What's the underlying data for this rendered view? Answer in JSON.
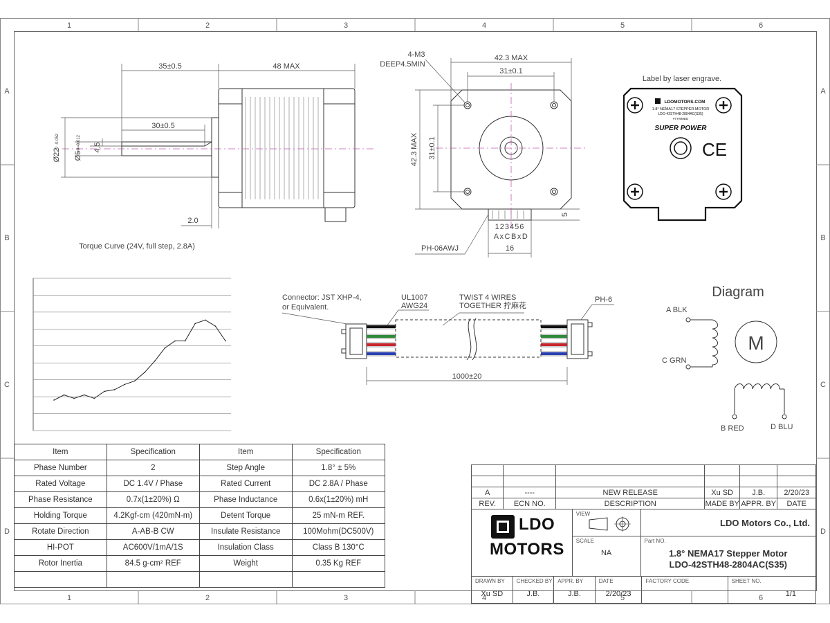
{
  "grid": {
    "columns": [
      "1",
      "2",
      "3",
      "4",
      "5",
      "6"
    ],
    "rows": [
      "A",
      "B",
      "C",
      "D"
    ]
  },
  "side_view": {
    "dim_shaft_len": "35±0.5",
    "dim_body_len": "48 MAX",
    "dim_flat_len": "30±0.5",
    "dim_flat_depth": "4.5",
    "dim_boss_dia": "Ø22",
    "dim_boss_tol": "0 -0.052",
    "dim_shaft_dia": "Ø5",
    "dim_shaft_tol": "0 -0.012",
    "dim_boss_height": "2.0"
  },
  "front_view": {
    "thread_note_1": "4-M3",
    "thread_note_2": "DEEP4.5MIN",
    "dim_width": "42.3 MAX",
    "dim_hole_spacing": "31±0.1",
    "dim_height": "42.3 MAX",
    "dim_hole_spacing_v": "31±0.1",
    "dim_connector_offset": "5",
    "pins": "123456",
    "pin_map": "AxCBxD",
    "connector_name": "PH-06AWJ",
    "dim_connector_width": "16"
  },
  "label_view": {
    "caption": "Label by laser engrave.",
    "brand": "LDOMOTORS.COM",
    "model_line_1": "1.8° NEMA17 STEPPER MOTOR",
    "model_line_2": "LDO-42STH48-2804AC(S35)",
    "model_line_3": "#YYMMDD",
    "tagline": "SUPER POWER",
    "ce_mark": "CE"
  },
  "torque_chart": {
    "caption": "Torque Curve (24V, full step, 2.8A)"
  },
  "chart_data": {
    "type": "line",
    "title": "Torque Curve (24V, full step, 2.8A)",
    "xlabel": "",
    "ylabel": "",
    "x": [
      1,
      2,
      3,
      4,
      5,
      6,
      7,
      8,
      9,
      10,
      11,
      12,
      13,
      14,
      15,
      16,
      17,
      18
    ],
    "series": [
      {
        "values": [
          0.2,
          0.26,
          0.22,
          0.26,
          0.22,
          0.3,
          0.32,
          0.38,
          0.42,
          0.52,
          0.65,
          0.8,
          0.88,
          0.88,
          1.08,
          1.12,
          1.05,
          0.88
        ]
      }
    ],
    "ylim": [
      -0.15,
      1.6
    ],
    "grid": true
  },
  "cable": {
    "connector_note_1": "Connector: JST XHP-4,",
    "connector_note_2": "or Equivalent.",
    "wire_note_1": "UL1007",
    "wire_note_2": "AWG24",
    "twist_note_1": "TWIST 4 WIRES",
    "twist_note_2": "TOGETHER 拧麻花",
    "end_connector": "PH-6",
    "length": "1000±20",
    "wire_colors": [
      "#111111",
      "#2e8b3a",
      "#c8262e",
      "#2a3fb5"
    ]
  },
  "wiring_diagram": {
    "title": "Diagram",
    "a_label": "A BLK",
    "c_label": "C GRN",
    "b_label": "B RED",
    "d_label": "D BLU",
    "motor_symbol": "M"
  },
  "spec_table": {
    "headers": [
      "Item",
      "Specification",
      "Item",
      "Specification"
    ],
    "rows": [
      [
        "Phase Number",
        "2",
        "Step Angle",
        "1.8° ± 5%"
      ],
      [
        "Rated Voltage",
        "DC 1.4V / Phase",
        "Rated Current",
        "DC 2.8A / Phase"
      ],
      [
        "Phase Resistance",
        "0.7x(1±20%) Ω",
        "Phase Inductance",
        "0.6x(1±20%) mH"
      ],
      [
        "Holding Torque",
        "4.2Kgf-cm (420mN-m)",
        "Detent Torque",
        "25 mN-m REF."
      ],
      [
        "Rotate Direction",
        "A-AB-B CW",
        "Insulate Resistance",
        "100Mohm(DC500V)"
      ],
      [
        "HI-POT",
        "AC600V/1mA/1S",
        "Insulation Class",
        "Class B 130°C"
      ],
      [
        "Rotor Inertia",
        "84.5 g-cm² REF",
        "Weight",
        "0.35 Kg REF"
      ]
    ]
  },
  "title_block": {
    "rev_row": [
      "A",
      "----",
      "NEW RELEASE",
      "Xu SD",
      "J.B.",
      "2/20/23"
    ],
    "rev_headers": [
      "REV.",
      "ECN NO.",
      "DESCRIPTION",
      "MADE BY",
      "APPR. BY",
      "DATE"
    ],
    "logo_line_1": "LDO",
    "logo_line_2": "MOTORS",
    "view_label": "VIEW",
    "scale_label": "SCALE",
    "scale_value": "NA",
    "company": "LDO Motors Co., Ltd.",
    "part_no_label": "Part NO.",
    "part_title_1": "1.8° NEMA17 Stepper Motor",
    "part_title_2": "LDO-42STH48-2804AC(S35)",
    "drawn_by_label": "DRAWN BY",
    "drawn_by": "Xu SD",
    "checked_by_label": "CHECKED BY",
    "checked_by": "J.B.",
    "appr_by_label": "APPR. BY",
    "appr_by": "J.B.",
    "date_label": "DATE",
    "date": "2/20/23",
    "factory_code_label": "FACTORY CODE",
    "sheet_no_label": "SHEET NO.",
    "sheet_no": "1/1"
  }
}
